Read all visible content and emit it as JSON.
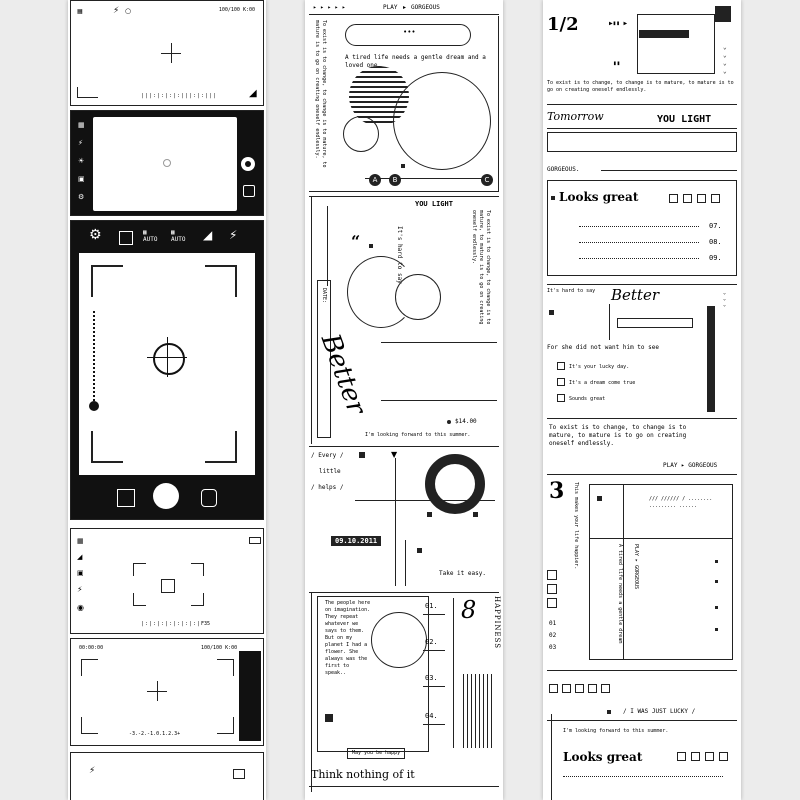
{
  "strip1": {
    "cam1_top_right": "100/100 K:00",
    "cam5_top_left": "00:00:00",
    "cam5_top_right": "100/100 K:00",
    "cam4_bottom": "F35",
    "cam5_scale": "-3.-2.-1.0.1.2.3+"
  },
  "strip2": {
    "header_play": "PLAY",
    "header_gorgeous": "GORGEOUS",
    "tired_life": "A tired life needs a gentle dream and a loved one.",
    "vertical_quote": "To exist is to change, to change is to mature, to mature is to go on creating oneself endlessly.",
    "labels_abc": [
      "A",
      "B",
      "C"
    ],
    "you_light": "YOU LIGHT",
    "its_hard": "It's hard to say",
    "quote_mark": "“",
    "date_label": "DATE:",
    "price": "$14.00",
    "better_script": "Better",
    "forward": "I'm looking forward to this summer.",
    "every_little_helps": [
      "/ Every /",
      "little",
      "/ helps /"
    ],
    "date_badge": "09.10.2011",
    "take_it_easy": "Take it easy.",
    "people_text": "The people here on imagination. They repeat whatever we says to them. But on my planet I had a flower. She always was the first to speak..",
    "numbers": [
      "01.",
      "02.",
      "03.",
      "04."
    ],
    "eight": "8",
    "happiness": "HAPPINESS",
    "may_you_be_happy": "May you be happy",
    "think_nothing": "Think nothing of it"
  },
  "strip3": {
    "half": "1/2",
    "exist_short": "To exist is to change, to change is to mature, to mature is to go on creating oneself endlessly.",
    "tomorrow": "Tomorrow",
    "you_light": "YOU LIGHT",
    "gorgeous": "GORGEOUS.",
    "looks_great": "Looks great",
    "num_list": [
      "07.",
      "08.",
      "09."
    ],
    "its_hard": "It's hard to say",
    "better": "Better",
    "for_she": "For she did not want him to see",
    "checklist": [
      "It's your lucky day.",
      "It's a dream come true",
      "Sounds great"
    ],
    "exist_long": "To exist is to change, to change is to mature, to mature is to go on creating oneself endlessly.",
    "play_gorgeous": "PLAY ▸ GORGEOUS",
    "three": "3",
    "vertical_happier": "This makes your life happier.",
    "small_lines": "/// ////// / ........ ......... ......",
    "tired_life_v": "A tired life needs a gentle dream",
    "play_v": "PLAY ▸ GORGEOUS",
    "num_small": [
      "01",
      "02",
      "03"
    ],
    "lucky": "/  I WAS JUST LUCKY  /",
    "forward": "I'm looking forward to this summer.",
    "looks_great2": "Looks great"
  }
}
